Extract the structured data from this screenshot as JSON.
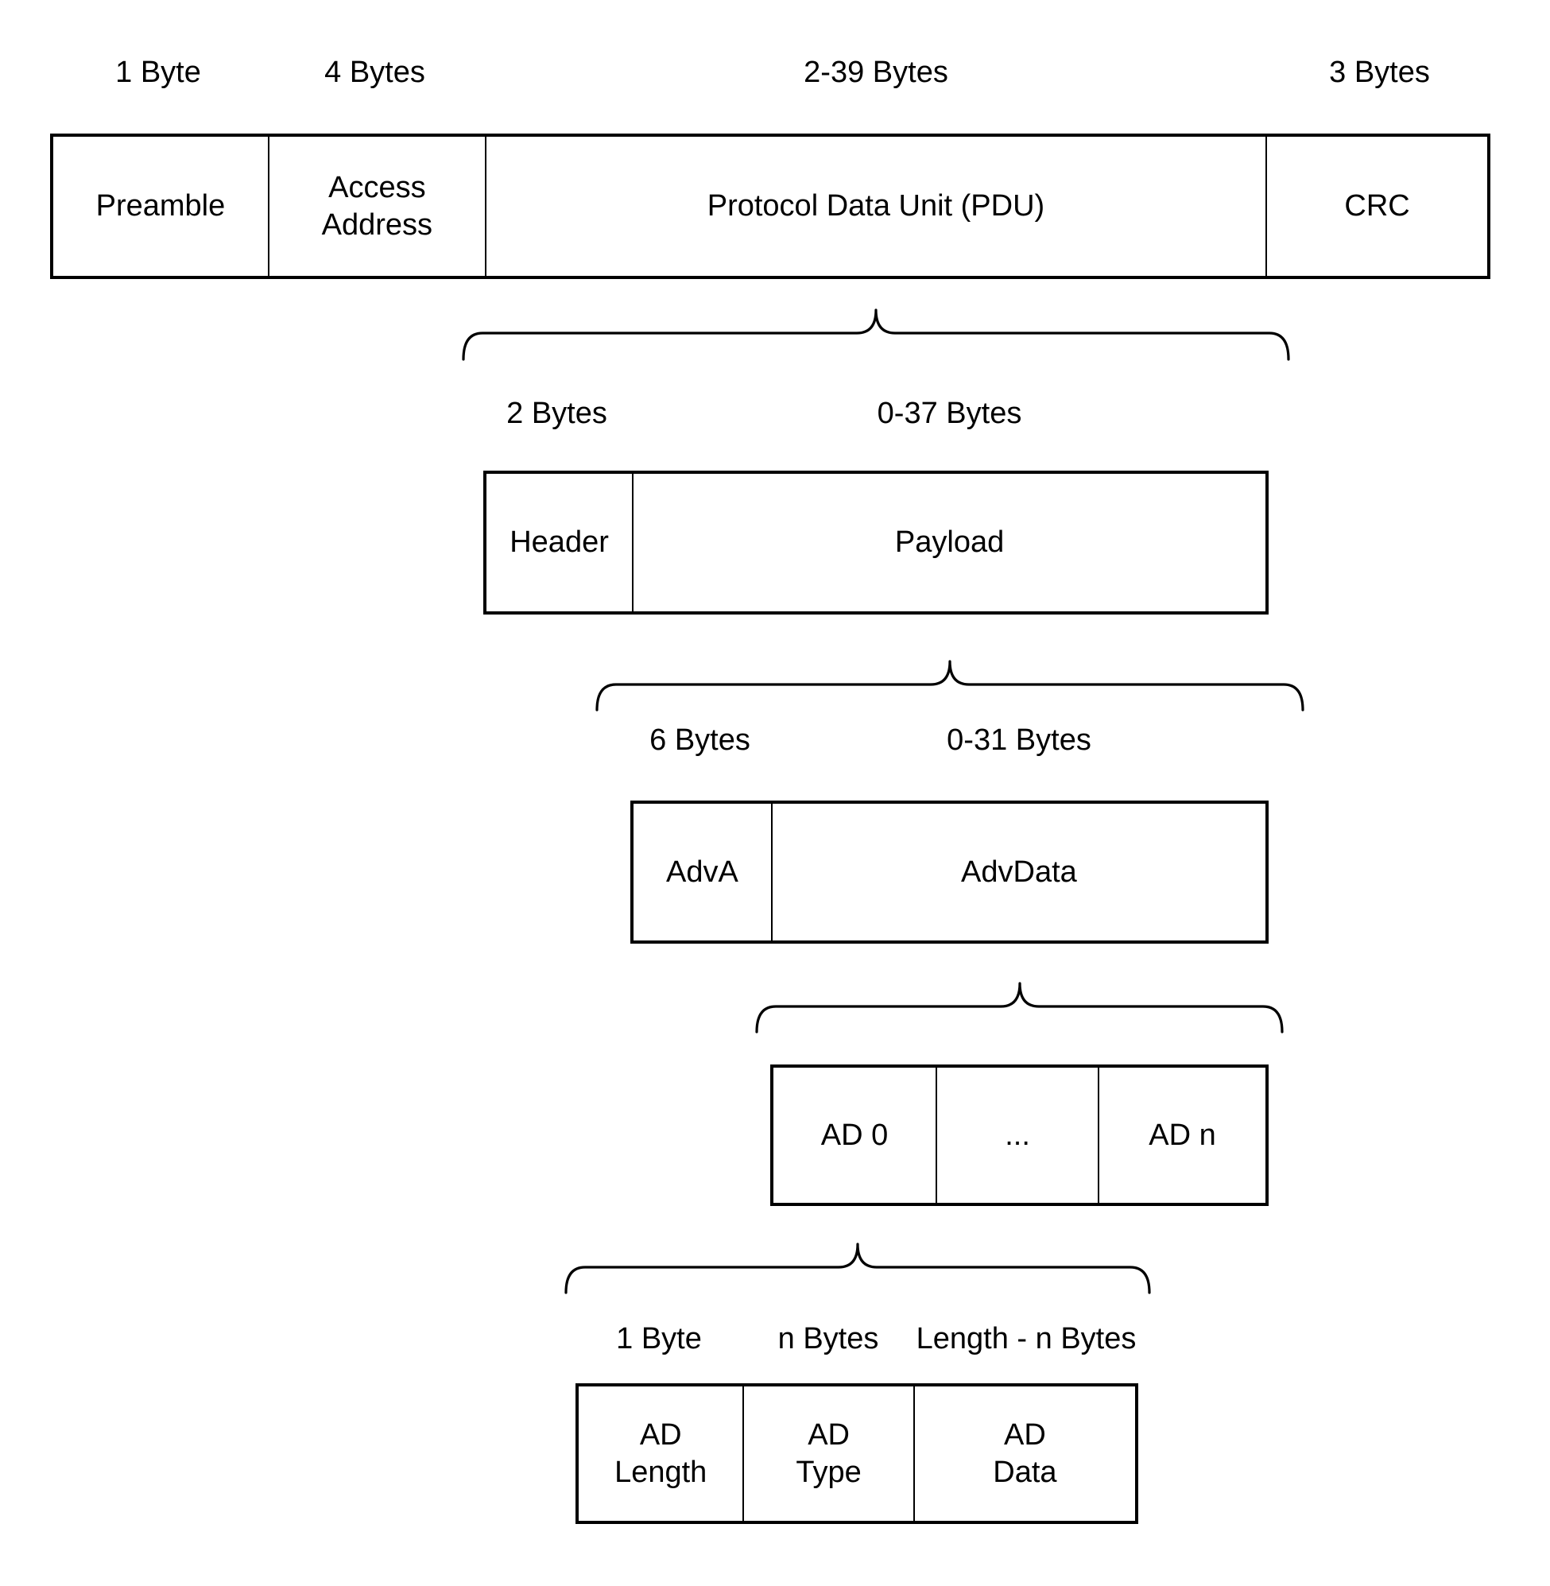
{
  "packet": {
    "size_labels": [
      "1 Byte",
      "4 Bytes",
      "2-39 Bytes",
      "3 Bytes"
    ],
    "cells": [
      "Preamble",
      "Access\nAddress",
      "Protocol Data Unit (PDU)",
      "CRC"
    ]
  },
  "pdu": {
    "size_labels": [
      "2 Bytes",
      "0-37 Bytes"
    ],
    "cells": [
      "Header",
      "Payload"
    ]
  },
  "payload": {
    "size_labels": [
      "6 Bytes",
      "0-31 Bytes"
    ],
    "cells": [
      "AdvA",
      "AdvData"
    ]
  },
  "advdata": {
    "cells": [
      "AD 0",
      "...",
      "AD n"
    ]
  },
  "ad_structure": {
    "size_labels": [
      "1 Byte",
      "n Bytes",
      "Length - n Bytes"
    ],
    "cells": [
      "AD\nLength",
      "AD\nType",
      "AD\nData"
    ]
  },
  "colors": {
    "stroke": "#000000",
    "background": "#ffffff"
  }
}
